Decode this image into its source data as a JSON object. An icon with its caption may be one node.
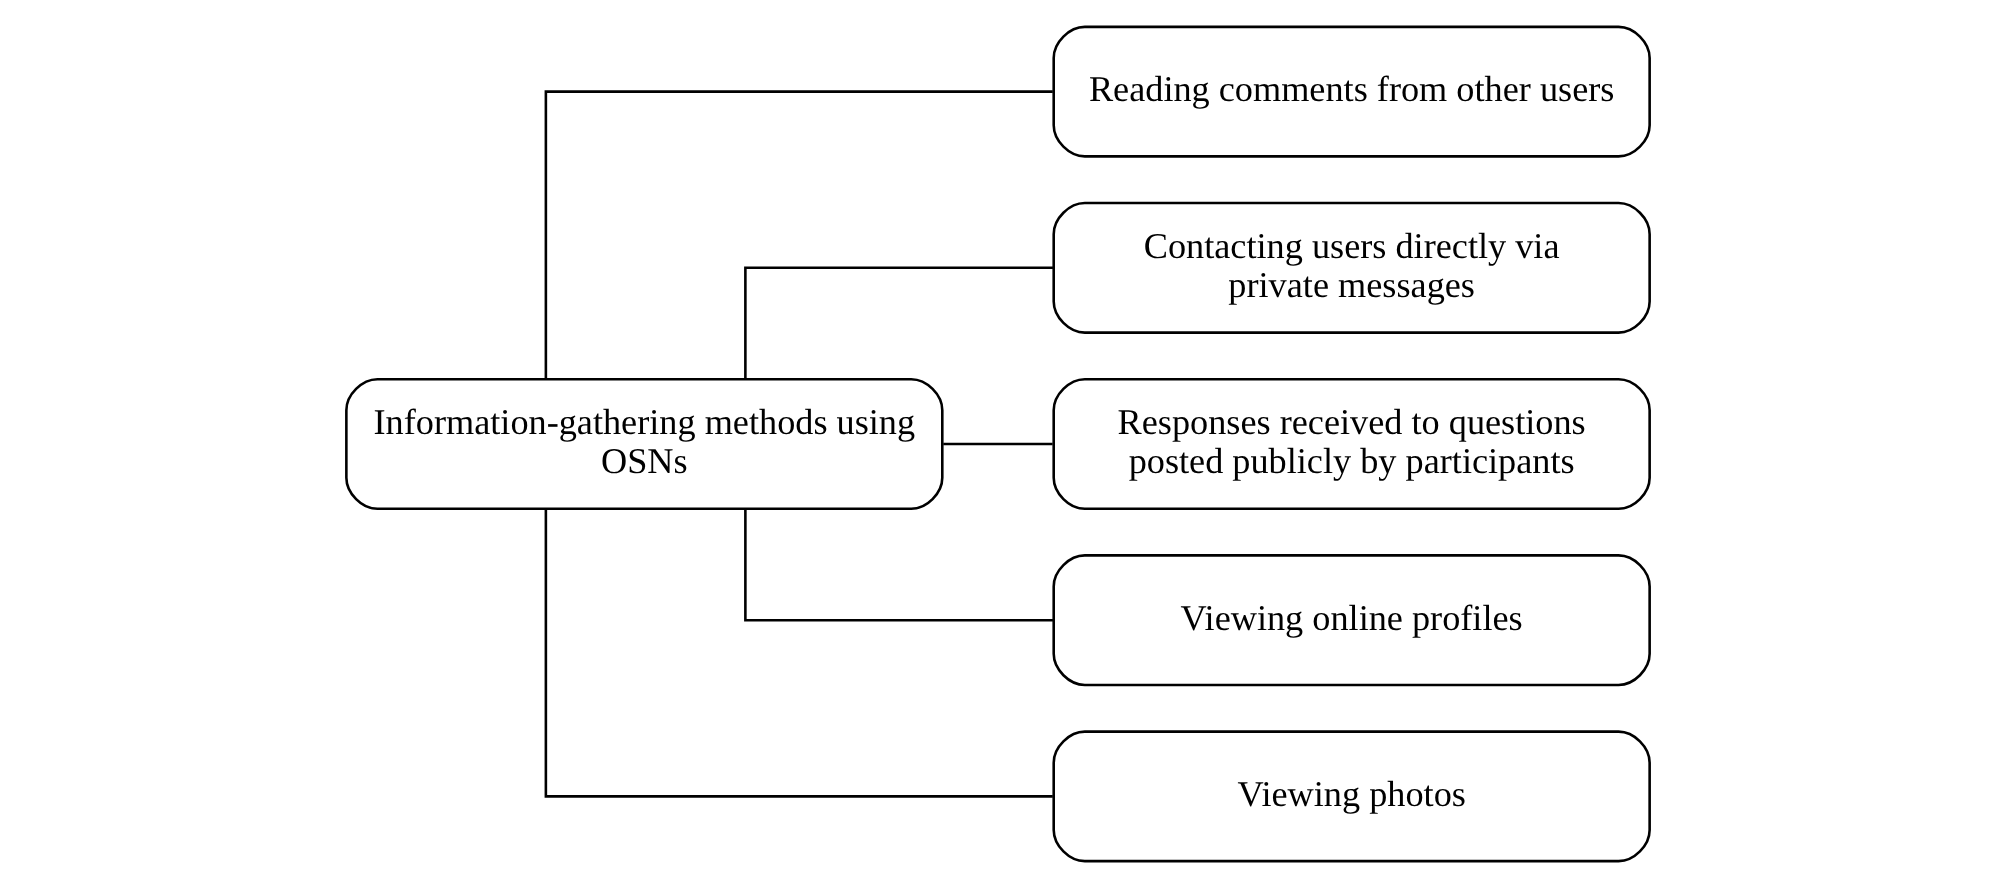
{
  "diagram": {
    "nodes": [
      {
        "text": [
          "Information-gathering methods using OSNs"
        ]
      },
      {
        "text": [
          "Reading comments from other users"
        ]
      },
      {
        "text": [
          "Contacting users directly via private messages"
        ]
      },
      {
        "text": [
          "Responses received to questions posted publicly by participants"
        ]
      },
      {
        "text": [
          "Viewing online profiles"
        ]
      },
      {
        "text": [
          "Viewing photos"
        ]
      }
    ],
    "edges": [
      {
        "from": 0,
        "to": 1,
        "arrow": "none"
      },
      {
        "from": 0,
        "to": 2,
        "arrow": "none"
      },
      {
        "from": 0,
        "to": 3,
        "arrow": "none"
      },
      {
        "from": 0,
        "to": 4,
        "arrow": "none"
      },
      {
        "from": 0,
        "to": 5,
        "arrow": "none"
      }
    ]
  }
}
